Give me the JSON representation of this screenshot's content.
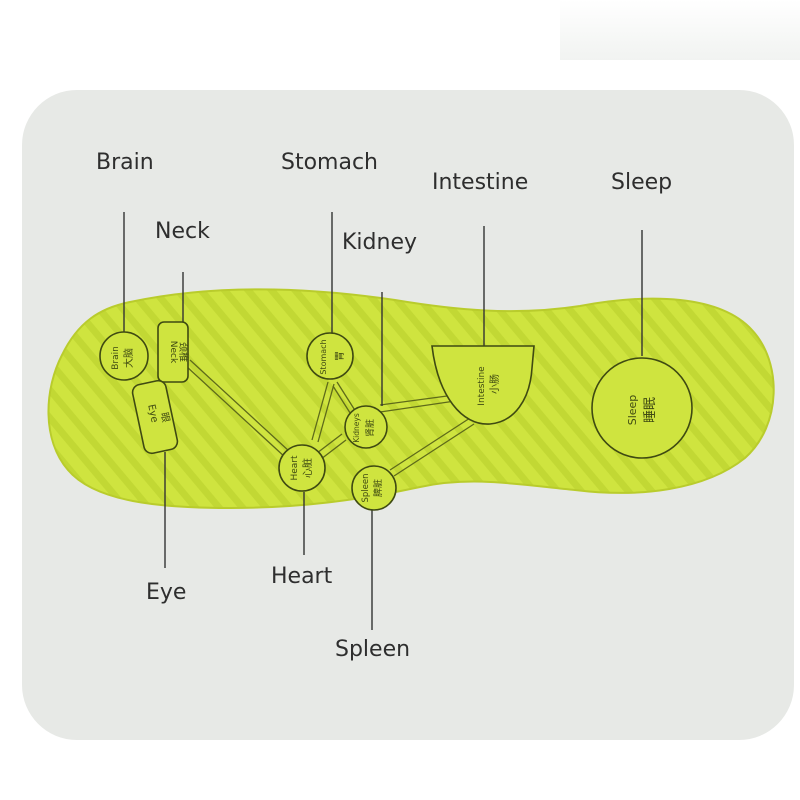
{
  "colors": {
    "insole": "#cfe43f",
    "insole_edge": "#b9cc2c",
    "stripe": "#c3d936",
    "leader": "#333333",
    "card": "#e7e9e6"
  },
  "labels": {
    "brain": "Brain",
    "neck": "Neck",
    "stomach": "Stomach",
    "kidney": "Kidney",
    "intestine": "Intestine",
    "sleep": "Sleep",
    "eye": "Eye",
    "heart": "Heart",
    "spleen": "Spleen"
  },
  "zones": {
    "brain": {
      "en": "Brain",
      "zh": "大脑"
    },
    "neck": {
      "en": "Neck",
      "zh": "颈椎"
    },
    "eye": {
      "en": "Eye",
      "zh": "眼"
    },
    "stomach": {
      "en": "Stomach",
      "zh": "胃"
    },
    "kidney": {
      "en": "Kidneys",
      "zh": "肾脏"
    },
    "heart": {
      "en": "Heart",
      "zh": "心脏"
    },
    "spleen": {
      "en": "Spleen",
      "zh": "脾脏"
    },
    "intestine": {
      "en": "Intestine",
      "zh": "小肠"
    },
    "sleep": {
      "en": "Sleep",
      "zh": "睡眠"
    }
  }
}
